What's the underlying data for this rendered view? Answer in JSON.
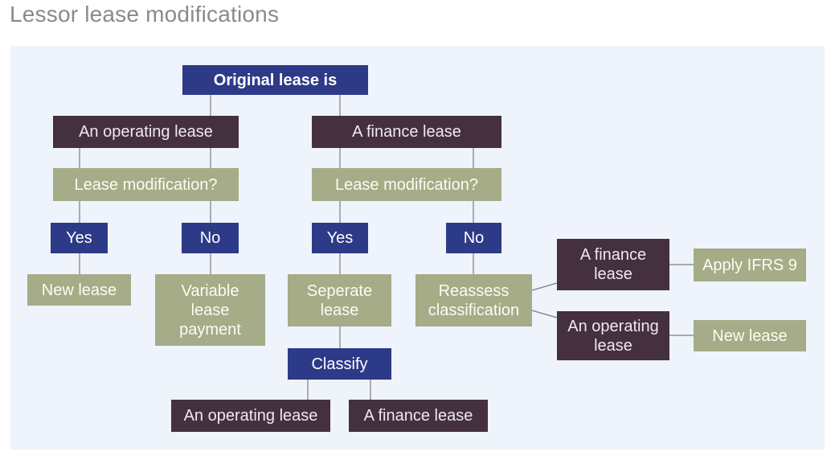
{
  "page_title": "Lessor lease modifications",
  "palette": {
    "panel_background": "#eff3fb",
    "navy_node": "#2d3a88",
    "plum_node": "#44303f",
    "sage_node": "#a5ac87",
    "connector_line": "#7d7d7d",
    "title_text": "#8a8a8a"
  },
  "nodes": {
    "original": "Original lease is",
    "operating_branch": "An operating lease",
    "finance_branch": "A finance lease",
    "lease_mod_left": "Lease modification?",
    "lease_mod_right": "Lease modification?",
    "yes_left": "Yes",
    "no_left": "No",
    "yes_mid": "Yes",
    "no_mid": "No",
    "new_lease_left": "New lease",
    "variable_lease_payment": "Variable\nlease\npayment",
    "separate_lease": "Seperate\nlease",
    "reassess_classification": "Reassess\nclassification",
    "finance_reassessed": "A finance\nlease",
    "apply_ifrs_9": "Apply IFRS 9",
    "operating_reassessed": "An operating\nlease",
    "new_lease_right": "New lease",
    "classify": "Classify",
    "classified_operating": "An operating lease",
    "classified_finance": "A finance lease"
  },
  "edges": [
    {
      "from": "original",
      "to": "operating_branch"
    },
    {
      "from": "original",
      "to": "finance_branch"
    },
    {
      "from": "operating_branch",
      "to": "lease_mod_left"
    },
    {
      "from": "lease_mod_left",
      "to": "yes_left"
    },
    {
      "from": "lease_mod_left",
      "to": "no_left"
    },
    {
      "from": "yes_left",
      "to": "new_lease_left"
    },
    {
      "from": "no_left",
      "to": "variable_lease_payment"
    },
    {
      "from": "finance_branch",
      "to": "lease_mod_right"
    },
    {
      "from": "lease_mod_right",
      "to": "yes_mid"
    },
    {
      "from": "lease_mod_right",
      "to": "no_mid"
    },
    {
      "from": "yes_mid",
      "to": "separate_lease"
    },
    {
      "from": "no_mid",
      "to": "reassess_classification"
    },
    {
      "from": "separate_lease",
      "to": "classify"
    },
    {
      "from": "classify",
      "to": "classified_operating"
    },
    {
      "from": "classify",
      "to": "classified_finance"
    },
    {
      "from": "reassess_classification",
      "to": "finance_reassessed"
    },
    {
      "from": "reassess_classification",
      "to": "operating_reassessed"
    },
    {
      "from": "finance_reassessed",
      "to": "apply_ifrs_9"
    },
    {
      "from": "operating_reassessed",
      "to": "new_lease_right"
    }
  ]
}
